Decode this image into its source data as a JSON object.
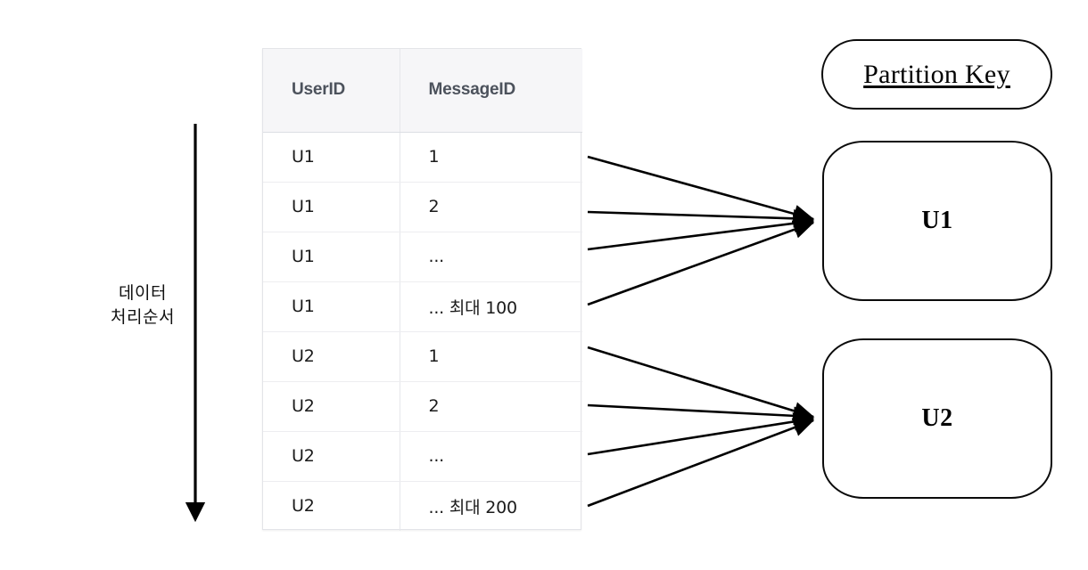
{
  "diagram": {
    "title": "Kafka partition key routing diagram",
    "background": "#ffffff",
    "line_color": "#000000",
    "table_header_bg": "#f6f6f8",
    "table_header_color": "#4c525c",
    "table_border_color": "#e3e4e8"
  },
  "flow": {
    "line1": "데이터",
    "line2": "처리순서",
    "arrow_direction": "down"
  },
  "table": {
    "columns": [
      "UserID",
      "MessageID"
    ],
    "rows": [
      {
        "user_id": "U1",
        "message_id": "1"
      },
      {
        "user_id": "U1",
        "message_id": "2"
      },
      {
        "user_id": "U1",
        "message_id": "..."
      },
      {
        "user_id": "U1",
        "message_id": "... 최대 100"
      },
      {
        "user_id": "U2",
        "message_id": "1"
      },
      {
        "user_id": "U2",
        "message_id": "2"
      },
      {
        "user_id": "U2",
        "message_id": "..."
      },
      {
        "user_id": "U2",
        "message_id": "... 최대 200"
      }
    ]
  },
  "legend": {
    "label": "Partition Key"
  },
  "partitions": [
    {
      "id": "u1",
      "label": "U1",
      "source_rows": [
        0,
        1,
        2,
        3
      ]
    },
    {
      "id": "u2",
      "label": "U2",
      "source_rows": [
        4,
        5,
        6,
        7
      ]
    }
  ]
}
